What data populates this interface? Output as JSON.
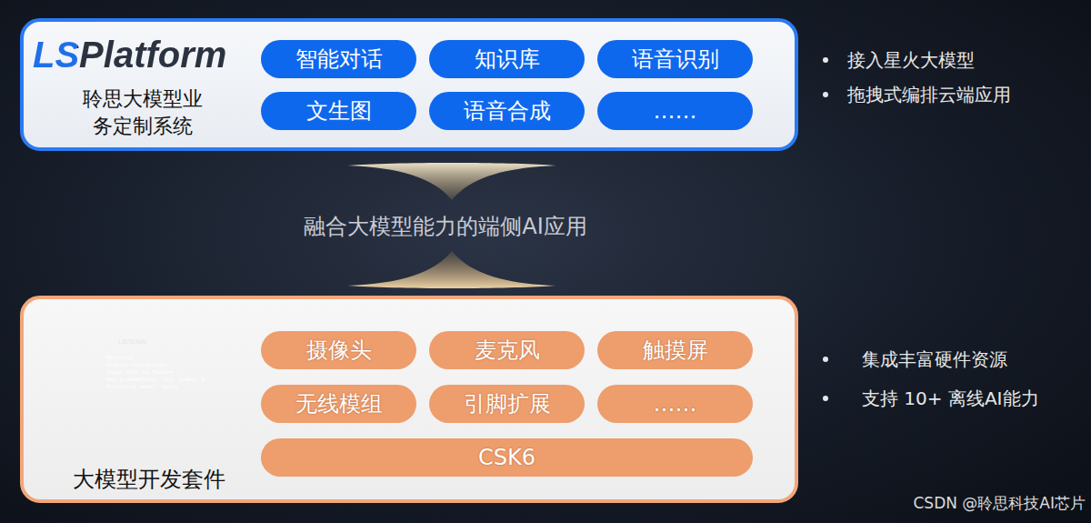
{
  "diagram": {
    "nodes": [
      {
        "text": [
          "LSPlatform",
          "聆思大模型业务定制系统"
        ]
      },
      {
        "text": [
          "智能对话"
        ],
        "in": 0
      },
      {
        "text": [
          "知识库"
        ],
        "in": 0
      },
      {
        "text": [
          "语音识别"
        ],
        "in": 0
      },
      {
        "text": [
          "文生图"
        ],
        "in": 0
      },
      {
        "text": [
          "语音合成"
        ],
        "in": 0
      },
      {
        "text": [
          "……"
        ],
        "in": 0
      },
      {
        "text": [
          "大模型开发套件"
        ]
      },
      {
        "text": [
          "摄像头"
        ],
        "in": 7
      },
      {
        "text": [
          "麦克风"
        ],
        "in": 7
      },
      {
        "text": [
          "触摸屏"
        ],
        "in": 7
      },
      {
        "text": [
          "无线模组"
        ],
        "in": 7
      },
      {
        "text": [
          "引脚扩展"
        ],
        "in": 7
      },
      {
        "text": [
          "……"
        ],
        "in": 7
      },
      {
        "text": [
          "CSK6"
        ],
        "in": 7
      }
    ],
    "labels": [
      "接入星火大模型",
      "拖拽式编排云端应用",
      "融合大模型能力的端侧AI应用",
      "LISTENAI",
      "Resizing...",
      "Feature extraction...",
      "Input data to Thinker...",
      "Max probability: 117, index: 0",
      "Predicted label: apple",
      "集成丰富硬件资源",
      "支持 10+ 离线AI能力",
      "CSDN @聆思科技AI芯片"
    ]
  }
}
